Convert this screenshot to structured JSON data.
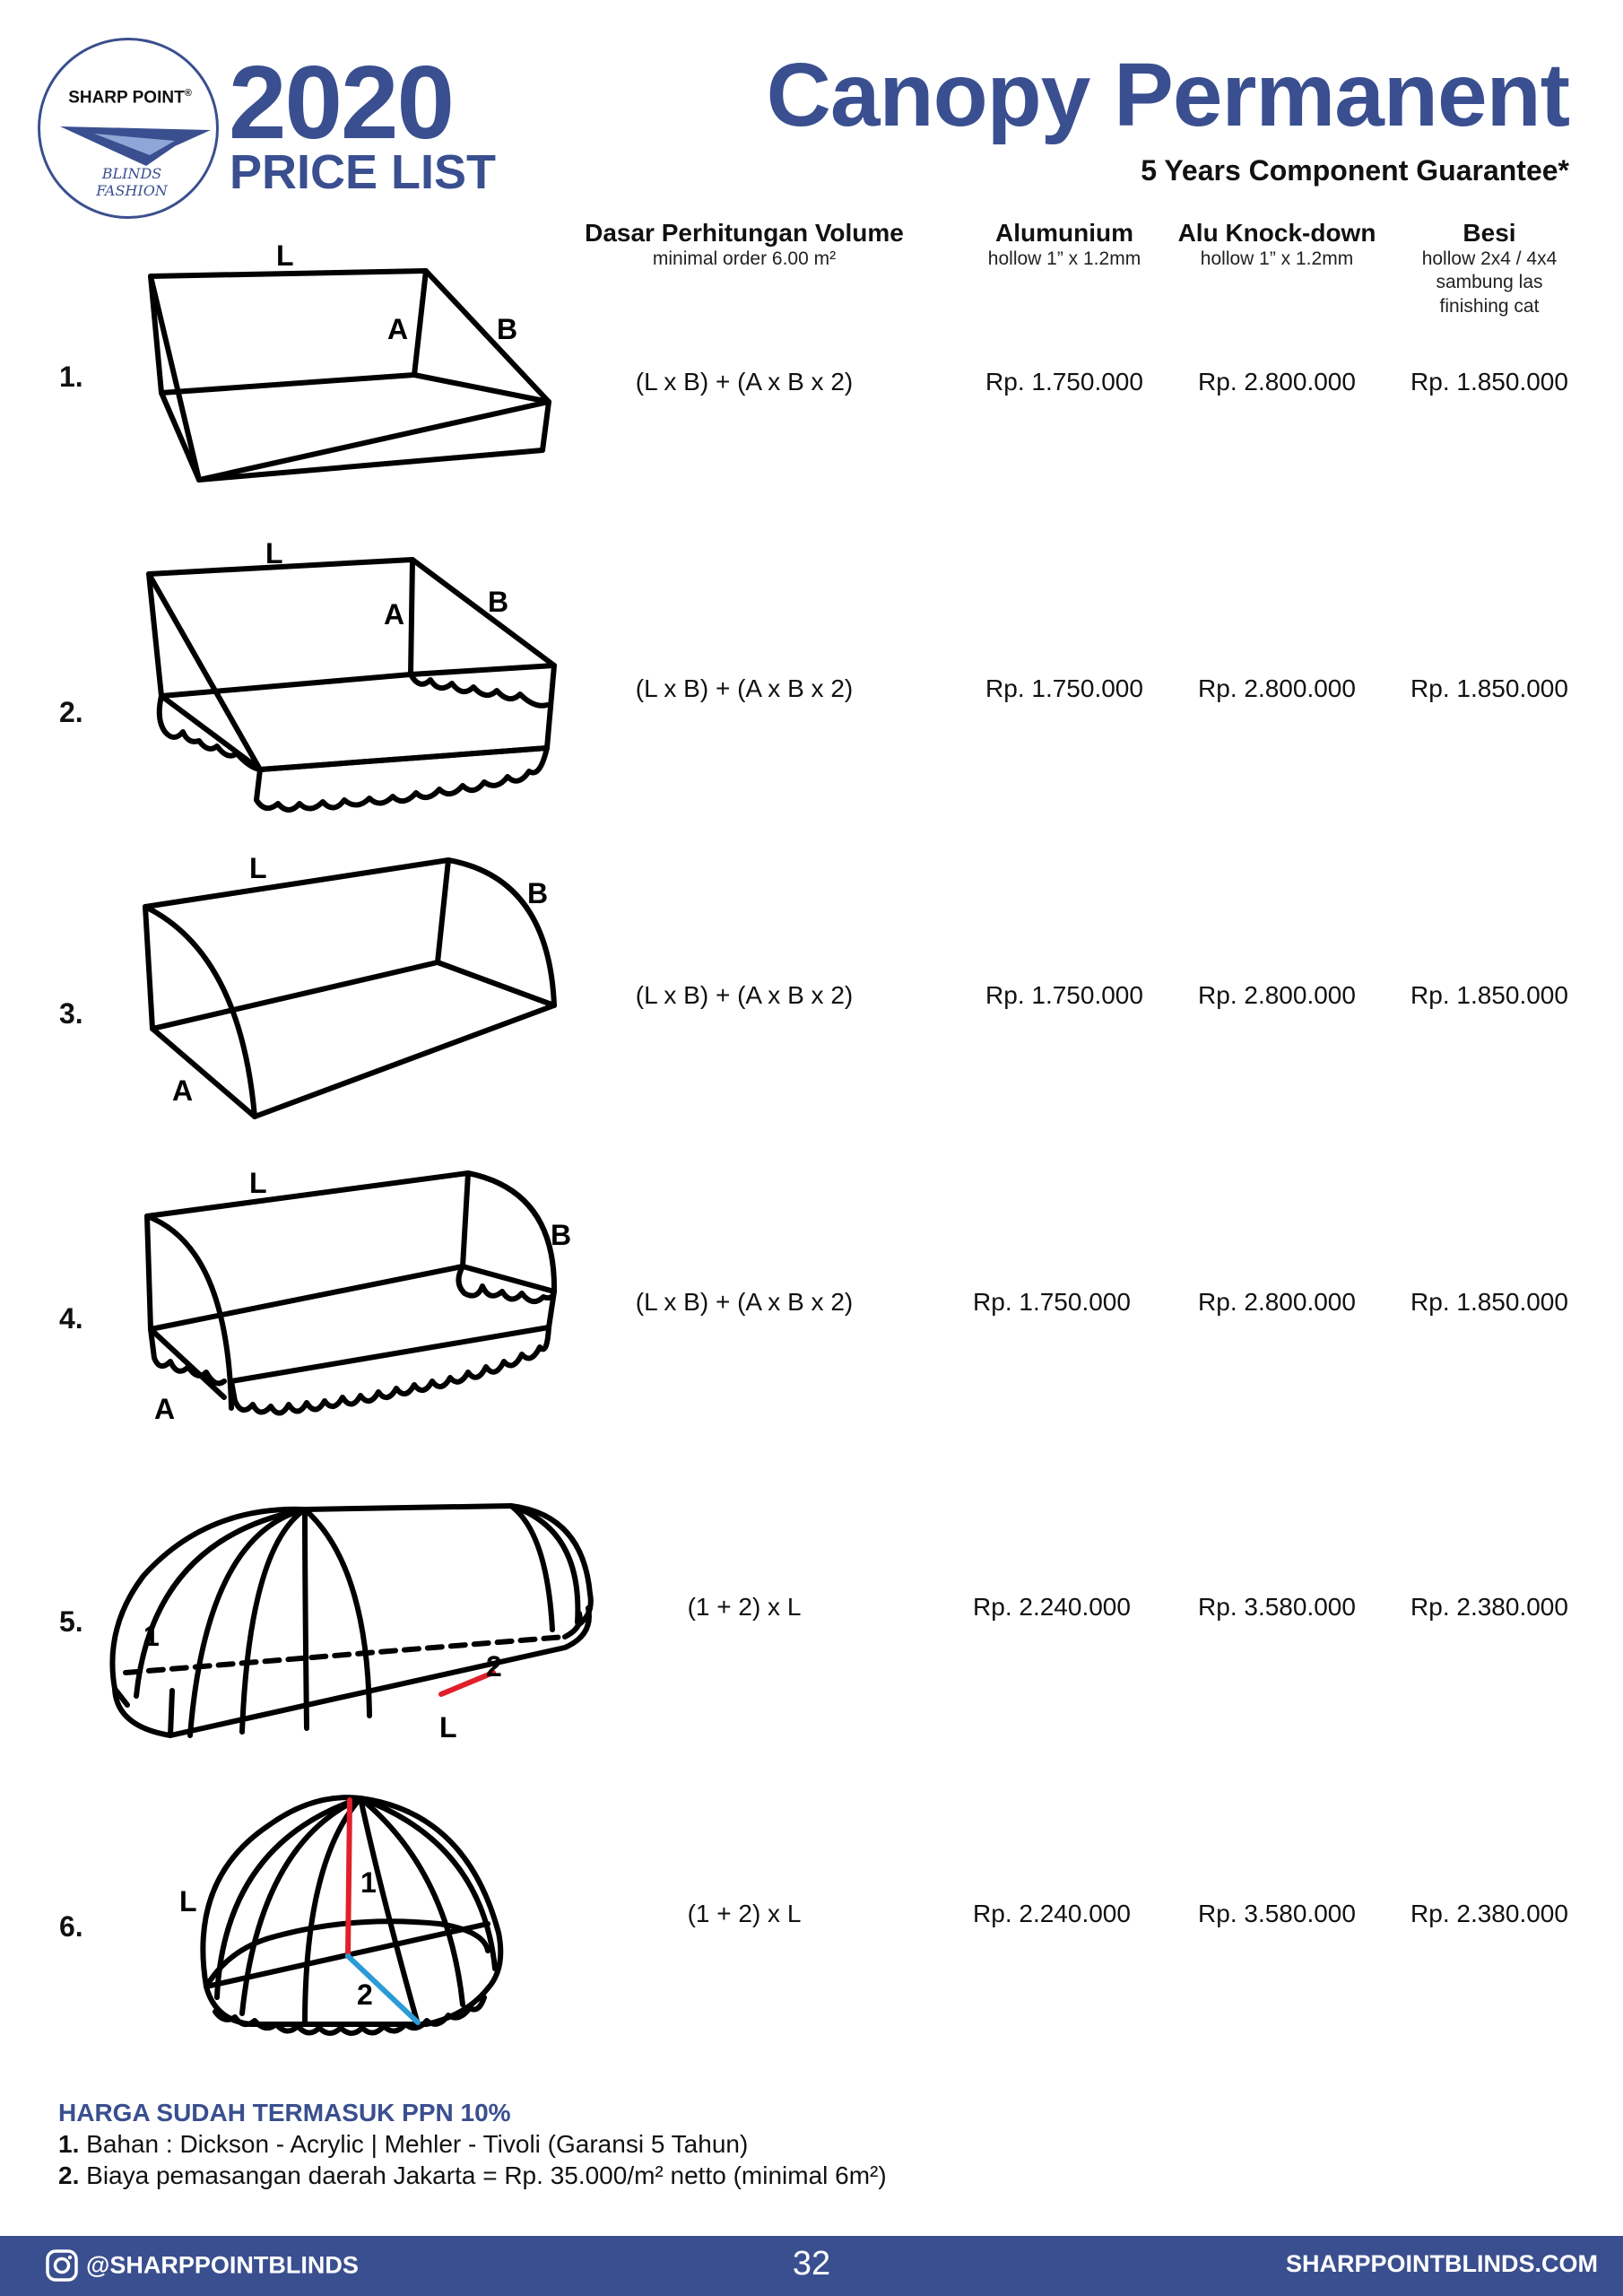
{
  "header": {
    "brand_name": "SHARP POINT",
    "brand_registered": "®",
    "brand_tagline": "BLINDS FASHION",
    "year": "2020",
    "price_list_label": "PRICE LIST",
    "title": "Canopy Permanent",
    "subtitle": "5 Years Component Guarantee*"
  },
  "columns": {
    "volume": {
      "title": "Dasar Perhitungan Volume",
      "sub": "minimal order 6.00 m²"
    },
    "alumunium": {
      "title": "Alumunium",
      "sub": "hollow 1” x 1.2mm"
    },
    "alu_knock_down": {
      "title": "Alu Knock-down",
      "sub": "hollow 1” x 1.2mm"
    },
    "besi": {
      "title": "Besi",
      "sub1": "hollow 2x4 / 4x4",
      "sub2": "sambung las",
      "sub3": "finishing cat"
    }
  },
  "rows": [
    {
      "num": "1.",
      "formula": "(L x B) + (A x B x 2)",
      "alumunium": "Rp. 1.750.000",
      "alu_knock_down": "Rp. 2.800.000",
      "besi": "Rp. 1.850.000",
      "labels": {
        "L": "L",
        "A": "A",
        "B": "B"
      }
    },
    {
      "num": "2.",
      "formula": "(L x B) + (A x B x 2)",
      "alumunium": "Rp. 1.750.000",
      "alu_knock_down": "Rp. 2.800.000",
      "besi": "Rp. 1.850.000",
      "labels": {
        "L": "L",
        "A": "A",
        "B": "B"
      }
    },
    {
      "num": "3.",
      "formula": "(L x B) + (A x B x 2)",
      "alumunium": "Rp. 1.750.000",
      "alu_knock_down": "Rp. 2.800.000",
      "besi": "Rp. 1.850.000",
      "labels": {
        "L": "L",
        "A": "A",
        "B": "B"
      }
    },
    {
      "num": "4.",
      "formula": "(L x B) + (A x B x 2)",
      "alumunium": "Rp. 1.750.000",
      "alu_knock_down": "Rp. 2.800.000",
      "besi": "Rp. 1.850.000",
      "labels": {
        "L": "L",
        "A": "A",
        "B": "B"
      }
    },
    {
      "num": "5.",
      "formula": "(1 + 2) x L",
      "alumunium": "Rp. 2.240.000",
      "alu_knock_down": "Rp. 3.580.000",
      "besi": "Rp. 2.380.000",
      "labels": {
        "L": "L",
        "one": "1",
        "two": "2"
      }
    },
    {
      "num": "6.",
      "formula": "(1 + 2) x L",
      "alumunium": "Rp. 2.240.000",
      "alu_knock_down": "Rp. 3.580.000",
      "besi": "Rp. 2.380.000",
      "labels": {
        "L": "L",
        "one": "1",
        "two": "2"
      }
    }
  ],
  "notes": {
    "title": "HARGA SUDAH TERMASUK PPN 10%",
    "items": [
      {
        "num": "1.",
        "text": " Bahan : Dickson - Acrylic | Mehler - Tivoli (Garansi 5 Tahun)"
      },
      {
        "num": "2.",
        "text": " Biaya pemasangan daerah Jakarta = Rp. 35.000/m² netto (minimal 6m²)"
      }
    ]
  },
  "footer": {
    "social_icon": "instagram-icon",
    "social_handle": "@SHARPPOINTBLINDS",
    "page_number": "32",
    "website": "SHARPPOINTBLINDS.COM"
  },
  "colors": {
    "brand_blue": "#3a4f8f",
    "red_line": "#e0202a",
    "blue_line": "#2a9bd6"
  }
}
